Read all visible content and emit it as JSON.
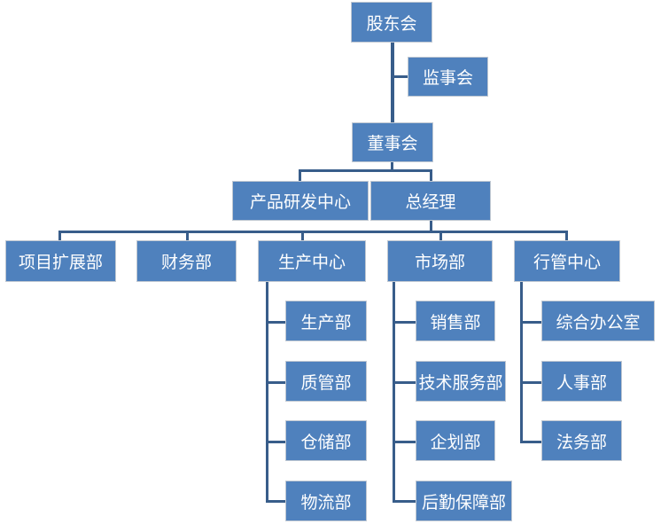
{
  "diagram": {
    "shareholders": "股东会",
    "supervisors": "监事会",
    "board": "董事会",
    "rnd_center": "产品研发中心",
    "general_manager": "总经理",
    "departments": [
      {
        "label": "项目扩展部",
        "children": []
      },
      {
        "label": "财务部",
        "children": []
      },
      {
        "label": "生产中心",
        "children": [
          "生产部",
          "质管部",
          "仓储部",
          "物流部"
        ]
      },
      {
        "label": "市场部",
        "children": [
          "销售部",
          "技术服务部",
          "企划部",
          "后勤保障部"
        ]
      },
      {
        "label": "行管中心",
        "children": [
          "综合办公室",
          "人事部",
          "法务部"
        ]
      }
    ]
  },
  "colors": {
    "box_fill": "#4f81bd",
    "box_text": "#ffffff",
    "connector": "#385d8a"
  }
}
